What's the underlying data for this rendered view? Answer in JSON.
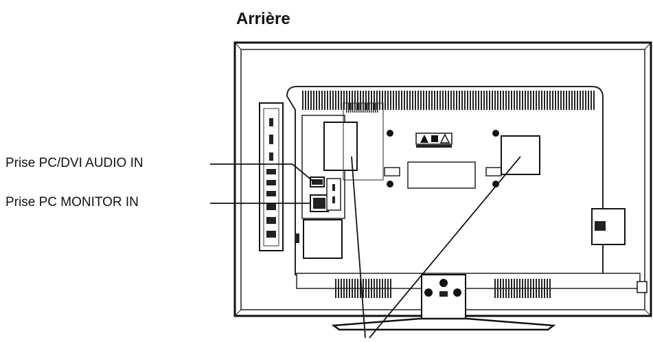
{
  "title": "Arrière",
  "callouts": {
    "pc_dvi_audio_in": "Prise PC/DVI AUDIO IN",
    "pc_monitor_in": "Prise PC MONITOR IN"
  }
}
